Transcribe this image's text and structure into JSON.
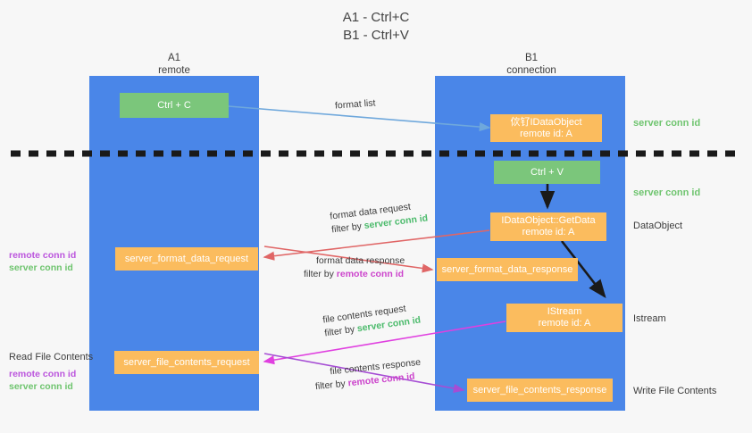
{
  "title": {
    "line1": "A1 - Ctrl+C",
    "line2": "B1 - Ctrl+V"
  },
  "columns": [
    {
      "name": "A1",
      "role": "remote"
    },
    {
      "name": "B1",
      "role": "connection"
    }
  ],
  "nodes": {
    "ctrl_c": {
      "label": "Ctrl + C"
    },
    "ole_dataobject": {
      "line1": "佽钌IDataObject",
      "line2": "remote id: A"
    },
    "ctrl_v": {
      "label": "Ctrl + V"
    },
    "getdata": {
      "line1": "IDataObject::GetData",
      "line2": "remote id: A"
    },
    "istream": {
      "line1": "IStream",
      "line2": "remote id: A"
    },
    "format_data_request": {
      "label": "server_format_data_request"
    },
    "format_data_response": {
      "label": "server_format_data_response"
    },
    "file_contents_request": {
      "label": "server_file_contents_request"
    },
    "file_contents_response": {
      "label": "server_file_contents_response"
    }
  },
  "edges": {
    "format_list": {
      "label": "format list"
    },
    "format_data_request": {
      "label": "format data request",
      "filter_prefix": "filter by ",
      "filter_key": "server conn id"
    },
    "format_data_response": {
      "label": "format data response",
      "filter_prefix": "filter by ",
      "filter_key": "remote conn id"
    },
    "file_contents_request": {
      "label": "file contents request",
      "filter_prefix": "filter by ",
      "filter_key": "server conn id"
    },
    "file_contents_response": {
      "label": "file contents response",
      "filter_prefix": "filter by ",
      "filter_key": "remote conn id"
    }
  },
  "right_labels": {
    "server_conn_id_top": "server conn id",
    "server_conn_id_mid": "server conn id",
    "dataobject": "DataObject",
    "istream": "Istream",
    "write_file_contents": "Write File Contents"
  },
  "left_labels": {
    "pair1_remote": "remote conn id",
    "pair1_server": "server conn id",
    "read_file_contents": "Read File Contents",
    "pair2_remote": "remote conn id",
    "pair2_server": "server conn id"
  },
  "colors": {
    "lane": "#4a86e8",
    "green_node": "#7bc67b",
    "orange_node": "#fbbc5e",
    "server_conn_id": "#4cbb6c",
    "remote_conn_id": "#cc44cc",
    "arrow_blue": "#6fa8dc",
    "arrow_red": "#e06666",
    "arrow_magenta": "#e040e0",
    "arrow_purple": "#a64dd4",
    "arrow_dark": "#1a1a1a",
    "divider": "#1a1a1a"
  }
}
